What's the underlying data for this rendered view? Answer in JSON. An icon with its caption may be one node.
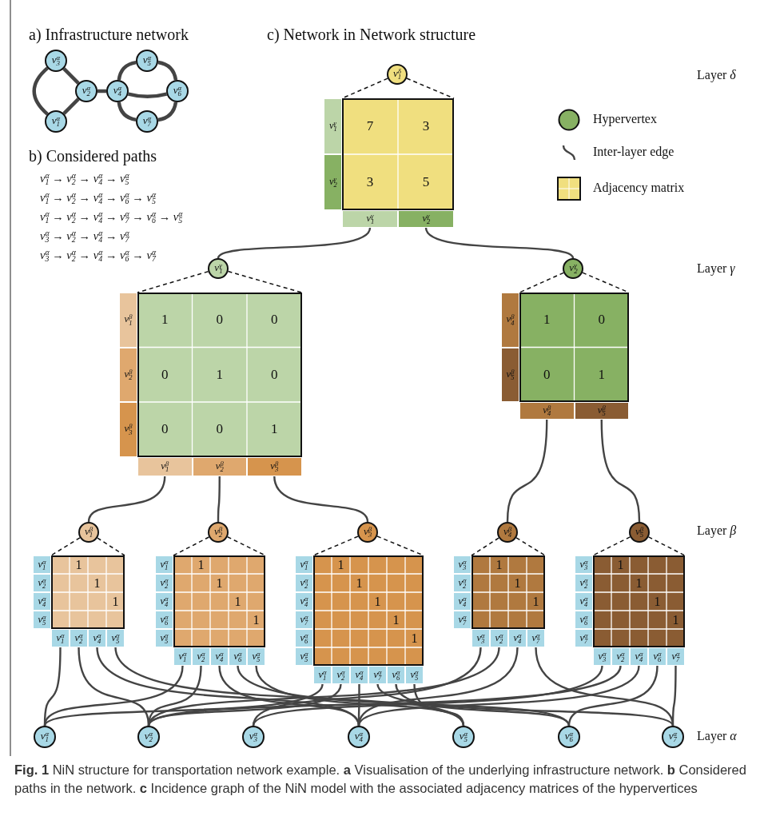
{
  "diagram": {
    "caption": "**Fig. 1** NiN structure for transportation network example. **a** Visualisation of the underlying infrastructure network. **b** Considered paths in the network. **c** Incidence graph of the NiN model with the associated adjacency matrices of the hypervertices",
    "nodes": [
      {
        "text": [
          "v$_{1}$$^{α}$"
        ]
      },
      {
        "text": [
          "v$_{2}$$^{α}$"
        ]
      },
      {
        "text": [
          "v$_{3}$$^{α}$"
        ]
      },
      {
        "text": [
          "v$_{4}$$^{α}$"
        ]
      },
      {
        "text": [
          "v$_{5}$$^{α}$"
        ]
      },
      {
        "text": [
          "v$_{6}$$^{α}$"
        ]
      },
      {
        "text": [
          "v$_{7}$$^{α}$"
        ]
      },
      {
        "text": [
          "v$_{1}$$^{δ}$"
        ]
      },
      {
        "text": [
          "7",
          "3",
          "3",
          "5"
        ]
      },
      {
        "text": [
          "v$_{1}$$^{γ}$"
        ]
      },
      {
        "text": [
          "v$_{2}$$^{γ}$"
        ]
      },
      {
        "text": [
          "v$_{1}$$^{γ}$"
        ]
      },
      {
        "text": [
          "v$_{2}$$^{γ}$"
        ]
      },
      {
        "text": [
          "v$_{1}$$^{γ}$"
        ]
      },
      {
        "text": [
          "1",
          "0",
          "0",
          "0",
          "1",
          "0",
          "0",
          "0",
          "1"
        ]
      },
      {
        "text": [
          "v$_{1}$$^{β}$"
        ]
      },
      {
        "text": [
          "v$_{2}$$^{β}$"
        ]
      },
      {
        "text": [
          "v$_{3}$$^{β}$"
        ]
      },
      {
        "text": [
          "v$_{1}$$^{β}$"
        ]
      },
      {
        "text": [
          "v$_{2}$$^{β}$"
        ]
      },
      {
        "text": [
          "v$_{3}$$^{β}$"
        ]
      },
      {
        "text": [
          "v$_{2}$$^{γ}$"
        ]
      },
      {
        "text": [
          "1",
          "0",
          "0",
          "1"
        ]
      },
      {
        "text": [
          "v$_{4}$$^{β}$"
        ]
      },
      {
        "text": [
          "v$_{5}$$^{β}$"
        ]
      },
      {
        "text": [
          "v$_{4}$$^{β}$"
        ]
      },
      {
        "text": [
          "v$_{5}$$^{β}$"
        ]
      },
      {
        "text": [
          "v$_{1}$$^{β}$"
        ]
      },
      {
        "text": [
          "1",
          "1",
          "1"
        ]
      },
      {
        "text": [
          "v$_{1}$$^{α}$"
        ]
      },
      {
        "text": [
          "v$_{2}$$^{α}$"
        ]
      },
      {
        "text": [
          "v$_{4}$$^{α}$"
        ]
      },
      {
        "text": [
          "v$_{5}$$^{α}$"
        ]
      },
      {
        "text": [
          "v$_{1}$$^{α}$"
        ]
      },
      {
        "text": [
          "v$_{2}$$^{α}$"
        ]
      },
      {
        "text": [
          "v$_{4}$$^{α}$"
        ]
      },
      {
        "text": [
          "v$_{5}$$^{α}$"
        ]
      },
      {
        "text": [
          "v$_{2}$$^{β}$"
        ]
      },
      {
        "text": [
          "1",
          "1",
          "1",
          "1"
        ]
      },
      {
        "text": [
          "v$_{1}$$^{α}$"
        ]
      },
      {
        "text": [
          "v$_{2}$$^{α}$"
        ]
      },
      {
        "text": [
          "v$_{4}$$^{α}$"
        ]
      },
      {
        "text": [
          "v$_{6}$$^{α}$"
        ]
      },
      {
        "text": [
          "v$_{5}$$^{α}$"
        ]
      },
      {
        "text": [
          "v$_{1}$$^{α}$"
        ]
      },
      {
        "text": [
          "v$_{2}$$^{α}$"
        ]
      },
      {
        "text": [
          "v$_{4}$$^{α}$"
        ]
      },
      {
        "text": [
          "v$_{6}$$^{α}$"
        ]
      },
      {
        "text": [
          "v$_{5}$$^{α}$"
        ]
      },
      {
        "text": [
          "v$_{3}$$^{β}$"
        ]
      },
      {
        "text": [
          "1",
          "1",
          "1",
          "1",
          "1"
        ]
      },
      {
        "text": [
          "v$_{1}$$^{α}$"
        ]
      },
      {
        "text": [
          "v$_{2}$$^{α}$"
        ]
      },
      {
        "text": [
          "v$_{4}$$^{α}$"
        ]
      },
      {
        "text": [
          "v$_{7}$$^{α}$"
        ]
      },
      {
        "text": [
          "v$_{6}$$^{α}$"
        ]
      },
      {
        "text": [
          "v$_{5}$$^{α}$"
        ]
      },
      {
        "text": [
          "v$_{1}$$^{α}$"
        ]
      },
      {
        "text": [
          "v$_{2}$$^{α}$"
        ]
      },
      {
        "text": [
          "v$_{4}$$^{α}$"
        ]
      },
      {
        "text": [
          "v$_{7}$$^{α}$"
        ]
      },
      {
        "text": [
          "v$_{6}$$^{α}$"
        ]
      },
      {
        "text": [
          "v$_{5}$$^{α}$"
        ]
      },
      {
        "text": [
          "v$_{4}$$^{β}$"
        ]
      },
      {
        "text": [
          "1",
          "1",
          "1"
        ]
      },
      {
        "text": [
          "v$_{3}$$^{α}$"
        ]
      },
      {
        "text": [
          "v$_{2}$$^{α}$"
        ]
      },
      {
        "text": [
          "v$_{4}$$^{α}$"
        ]
      },
      {
        "text": [
          "v$_{7}$$^{α}$"
        ]
      },
      {
        "text": [
          "v$_{3}$$^{α}$"
        ]
      },
      {
        "text": [
          "v$_{2}$$^{α}$"
        ]
      },
      {
        "text": [
          "v$_{4}$$^{α}$"
        ]
      },
      {
        "text": [
          "v$_{7}$$^{α}$"
        ]
      },
      {
        "text": [
          "v$_{5}$$^{β}$"
        ]
      },
      {
        "text": [
          "1",
          "1",
          "1",
          "1"
        ]
      },
      {
        "text": [
          "v$_{3}$$^{α}$"
        ]
      },
      {
        "text": [
          "v$_{2}$$^{α}$"
        ]
      },
      {
        "text": [
          "v$_{4}$$^{α}$"
        ]
      },
      {
        "text": [
          "v$_{6}$$^{α}$"
        ]
      },
      {
        "text": [
          "v$_{7}$$^{α}$"
        ]
      },
      {
        "text": [
          "v$_{3}$$^{α}$"
        ]
      },
      {
        "text": [
          "v$_{2}$$^{α}$"
        ]
      },
      {
        "text": [
          "v$_{4}$$^{α}$"
        ]
      },
      {
        "text": [
          "v$_{6}$$^{α}$"
        ]
      },
      {
        "text": [
          "v$_{7}$$^{α}$"
        ]
      },
      {
        "text": [
          "v$_{1}$$^{α}$"
        ]
      },
      {
        "text": [
          "v$_{2}$$^{α}$"
        ]
      },
      {
        "text": [
          "v$_{3}$$^{α}$"
        ]
      },
      {
        "text": [
          "v$_{4}$$^{α}$"
        ]
      },
      {
        "text": [
          "v$_{5}$$^{α}$"
        ]
      },
      {
        "text": [
          "v$_{6}$$^{α}$"
        ]
      },
      {
        "text": [
          "v$_{7}$$^{α}$"
        ]
      }
    ],
    "edges": [
      {
        "from": 2,
        "to": 0,
        "arrow": "none",
        "style": "thick"
      },
      {
        "from": 2,
        "to": 1,
        "arrow": "none",
        "style": "thick"
      },
      {
        "from": 0,
        "to": 1,
        "arrow": "none",
        "style": "thick"
      },
      {
        "from": 1,
        "to": 3,
        "arrow": "none",
        "style": "thick"
      },
      {
        "from": 3,
        "to": 4,
        "arrow": "none",
        "style": "thick"
      },
      {
        "from": 4,
        "to": 5,
        "arrow": "none",
        "style": "thick"
      },
      {
        "from": 3,
        "to": 5,
        "arrow": "none",
        "style": "thick"
      },
      {
        "from": 3,
        "to": 6,
        "arrow": "none",
        "style": "thick"
      },
      {
        "from": 6,
        "to": 5,
        "arrow": "none",
        "style": "thick"
      },
      {
        "from": 7,
        "to": 8,
        "arrow": "none",
        "style": "dashed"
      },
      {
        "from": 7,
        "to": 8,
        "arrow": "none",
        "style": "dashed"
      },
      {
        "from": 13,
        "to": 14,
        "arrow": "none",
        "style": "dashed"
      },
      {
        "from": 13,
        "to": 14,
        "arrow": "none",
        "style": "dashed"
      },
      {
        "from": 21,
        "to": 22,
        "arrow": "none",
        "style": "dashed"
      },
      {
        "from": 21,
        "to": 22,
        "arrow": "none",
        "style": "dashed"
      },
      {
        "from": 27,
        "to": 28,
        "arrow": "none",
        "style": "dashed"
      },
      {
        "from": 27,
        "to": 28,
        "arrow": "none",
        "style": "dashed"
      },
      {
        "from": 37,
        "to": 38,
        "arrow": "none",
        "style": "dashed"
      },
      {
        "from": 37,
        "to": 38,
        "arrow": "none",
        "style": "dashed"
      },
      {
        "from": 49,
        "to": 50,
        "arrow": "none",
        "style": "dashed"
      },
      {
        "from": 49,
        "to": 50,
        "arrow": "none",
        "style": "dashed"
      },
      {
        "from": 63,
        "to": 64,
        "arrow": "none",
        "style": "dashed"
      },
      {
        "from": 63,
        "to": 64,
        "arrow": "none",
        "style": "dashed"
      },
      {
        "from": 73,
        "to": 74,
        "arrow": "none",
        "style": "dashed"
      },
      {
        "from": 73,
        "to": 74,
        "arrow": "none",
        "style": "dashed"
      },
      {
        "from": 11,
        "to": 13,
        "arrow": "none"
      },
      {
        "from": 12,
        "to": 21,
        "arrow": "none"
      },
      {
        "from": 18,
        "to": 27,
        "arrow": "none"
      },
      {
        "from": 19,
        "to": 37,
        "arrow": "none"
      },
      {
        "from": 20,
        "to": 49,
        "arrow": "none"
      },
      {
        "from": 25,
        "to": 63,
        "arrow": "none"
      },
      {
        "from": 26,
        "to": 73,
        "arrow": "none"
      },
      {
        "from": 33,
        "to": 85,
        "arrow": "none"
      },
      {
        "from": 34,
        "to": 86,
        "arrow": "none"
      },
      {
        "from": 35,
        "to": 88,
        "arrow": "none"
      },
      {
        "from": 36,
        "to": 89,
        "arrow": "none"
      },
      {
        "from": 44,
        "to": 85,
        "arrow": "none"
      },
      {
        "from": 45,
        "to": 86,
        "arrow": "none"
      },
      {
        "from": 46,
        "to": 88,
        "arrow": "none"
      },
      {
        "from": 47,
        "to": 90,
        "arrow": "none"
      },
      {
        "from": 48,
        "to": 89,
        "arrow": "none"
      },
      {
        "from": 57,
        "to": 85,
        "arrow": "none"
      },
      {
        "from": 58,
        "to": 86,
        "arrow": "none"
      },
      {
        "from": 59,
        "to": 88,
        "arrow": "none"
      },
      {
        "from": 60,
        "to": 91,
        "arrow": "none"
      },
      {
        "from": 61,
        "to": 90,
        "arrow": "none"
      },
      {
        "from": 62,
        "to": 89,
        "arrow": "none"
      },
      {
        "from": 69,
        "to": 87,
        "arrow": "none"
      },
      {
        "from": 70,
        "to": 86,
        "arrow": "none"
      },
      {
        "from": 71,
        "to": 88,
        "arrow": "none"
      },
      {
        "from": 72,
        "to": 91,
        "arrow": "none"
      },
      {
        "from": 80,
        "to": 87,
        "arrow": "none"
      },
      {
        "from": 81,
        "to": 86,
        "arrow": "none"
      },
      {
        "from": 82,
        "to": 88,
        "arrow": "none"
      },
      {
        "from": 83,
        "to": 90,
        "arrow": "none"
      },
      {
        "from": 84,
        "to": 91,
        "arrow": "none"
      }
    ],
    "labels": [
      "a) Infrastructure network",
      "c) Network in Network structure",
      "Layer *δ*",
      "b) Considered paths",
      "v$_{1}$$^{α}$ → v$_{2}$$^{α}$ → v$_{4}$$^{α}$ → v$_{5}$$^{α}$",
      "v$_{1}$$^{α}$ → v$_{2}$$^{α}$ → v$_{4}$$^{α}$ → v$_{6}$$^{α}$ → v$_{5}$$^{α}$",
      "v$_{1}$$^{α}$ → v$_{2}$$^{α}$ → v$_{4}$$^{α}$ → v$_{7}$$^{α}$ → v$_{6}$$^{α}$ → v$_{5}$$^{α}$",
      "v$_{3}$$^{α}$ → v$_{2}$$^{α}$ → v$_{4}$$^{α}$ → v$_{7}$$^{α}$",
      "v$_{3}$$^{α}$ → v$_{2}$$^{α}$ → v$_{4}$$^{α}$ → v$_{6}$$^{α}$ → v$_{7}$$^{α}$",
      "Layer *γ*",
      "Layer *β*",
      "Layer *α*"
    ],
    "legend": [
      {
        "text": "Hypervertex"
      },
      {
        "text": "Inter-layer edge"
      },
      {
        "text": "Adjacency matrix"
      }
    ]
  }
}
